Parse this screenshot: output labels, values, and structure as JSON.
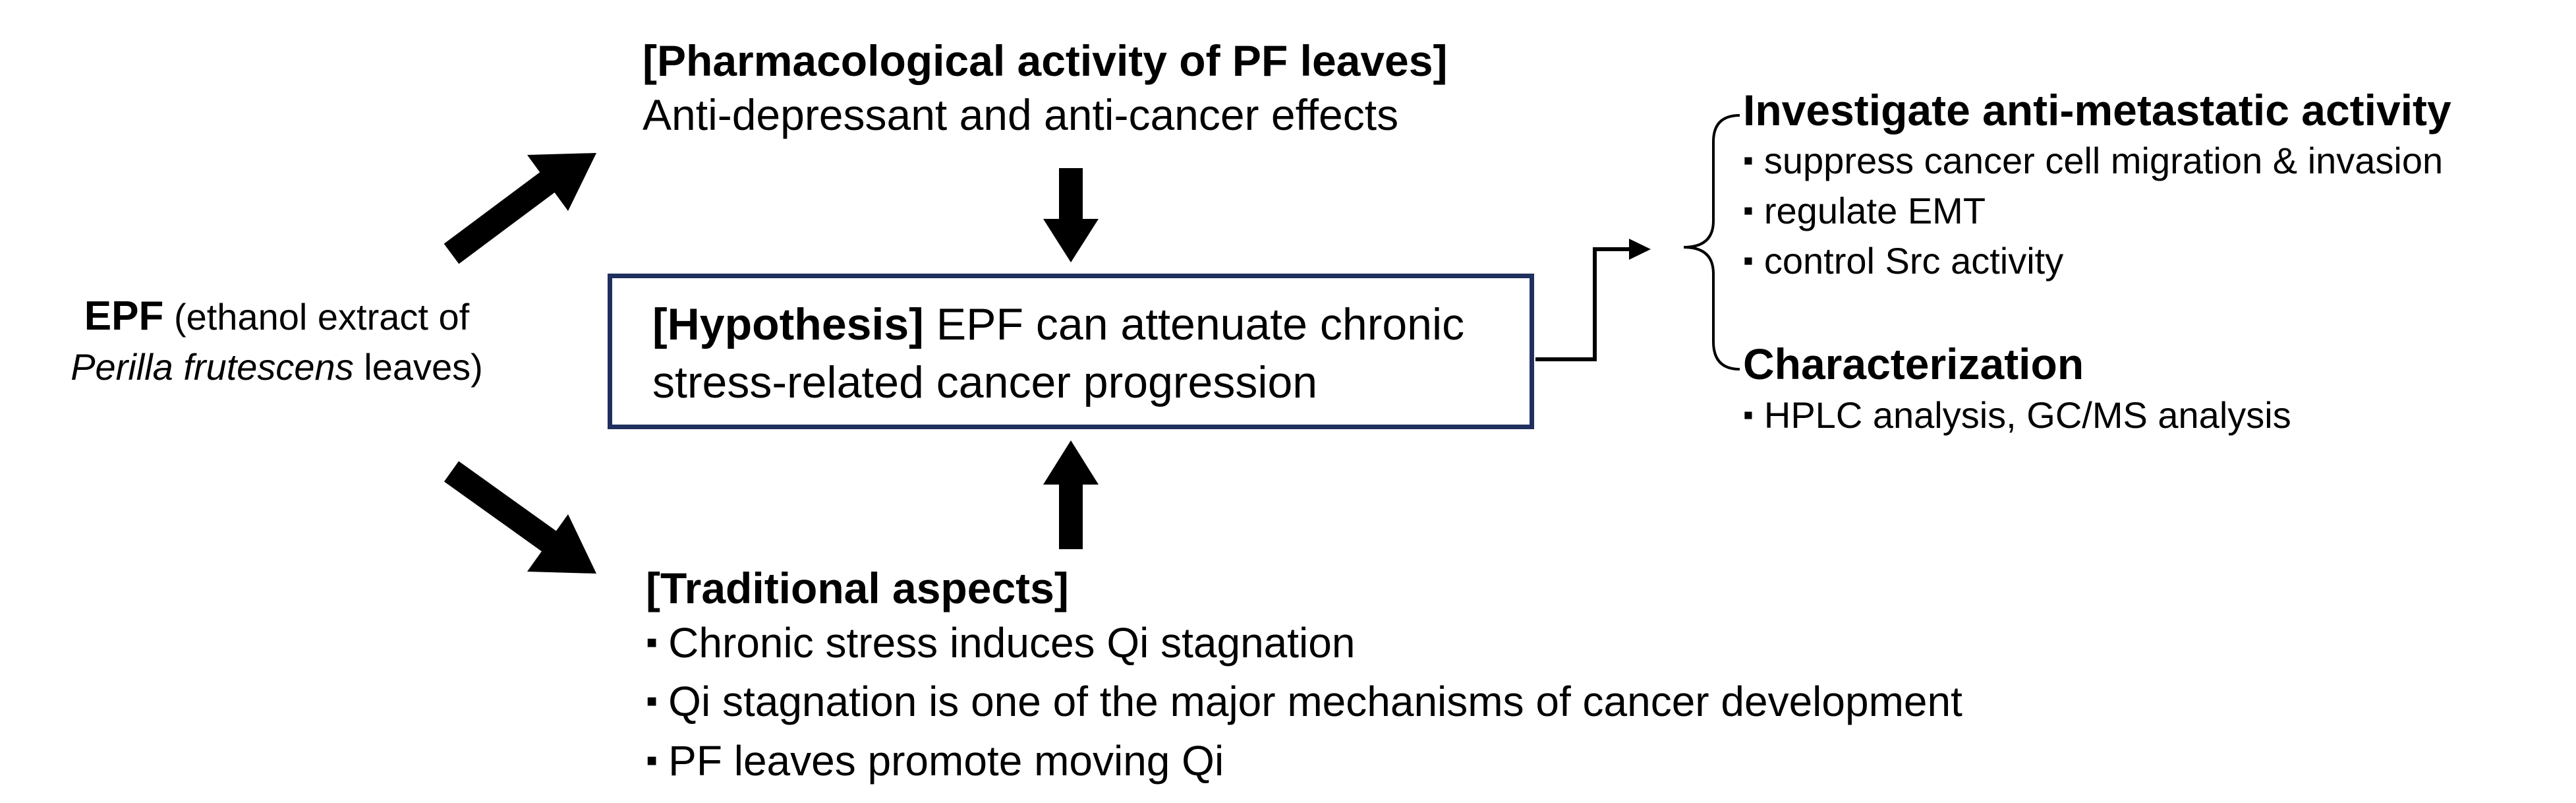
{
  "source": {
    "abbr": "EPF",
    "desc_part1": "(ethanol extract of",
    "species": "Perilla frutescens",
    "desc_part2": "leaves)"
  },
  "pharmacological": {
    "title": "[Pharmacological activity of PF leaves]",
    "description": "Anti-depressant and anti-cancer effects"
  },
  "hypothesis": {
    "label": "[Hypothesis]",
    "line1": "EPF can attenuate chronic",
    "line2": "stress-related cancer progression",
    "border_color": "#1f2f5e"
  },
  "traditional": {
    "title": "[Traditional aspects]",
    "items": [
      "Chronic stress induces Qi stagnation",
      "Qi stagnation is one of the major mechanisms of cancer development",
      "PF leaves promote moving Qi"
    ]
  },
  "investigate": {
    "title": "Investigate anti-metastatic activity",
    "items": [
      "suppress cancer cell migration & invasion",
      "regulate EMT",
      "control Src activity"
    ]
  },
  "characterization": {
    "title": "Characterization",
    "items": [
      "HPLC analysis, GC/MS analysis"
    ]
  },
  "bullet_symbol": "▪",
  "arrow_color": "#000000"
}
